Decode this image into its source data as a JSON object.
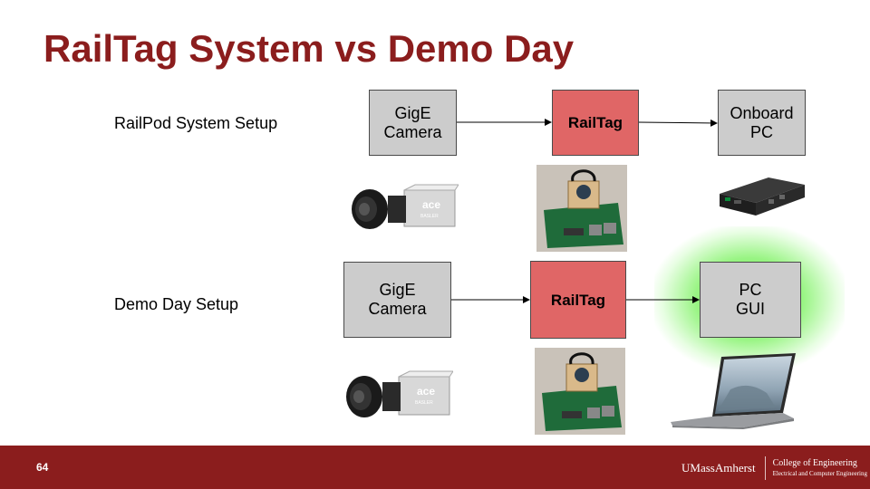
{
  "slide": {
    "title": "RailTag System vs Demo Day",
    "page_number": "64"
  },
  "rows": {
    "top": {
      "label": "RailPod System Setup",
      "camera": "GigE\nCamera",
      "railtag": "RailTag",
      "target": "Onboard\nPC"
    },
    "bottom": {
      "label": "Demo Day Setup",
      "camera": "GigE\nCamera",
      "railtag": "RailTag",
      "target": "PC\nGUI"
    }
  },
  "images": {
    "camera_brand": "ace",
    "camera_maker": "BASLER"
  },
  "footer": {
    "university": "UMassAmherst",
    "college": "College of Engineering",
    "department": "Electrical and Computer Engineering"
  },
  "colors": {
    "brand": "#8b1d1d",
    "box_gray": "#cccccc",
    "box_red": "#e06666",
    "glow_green": "#50e632"
  }
}
